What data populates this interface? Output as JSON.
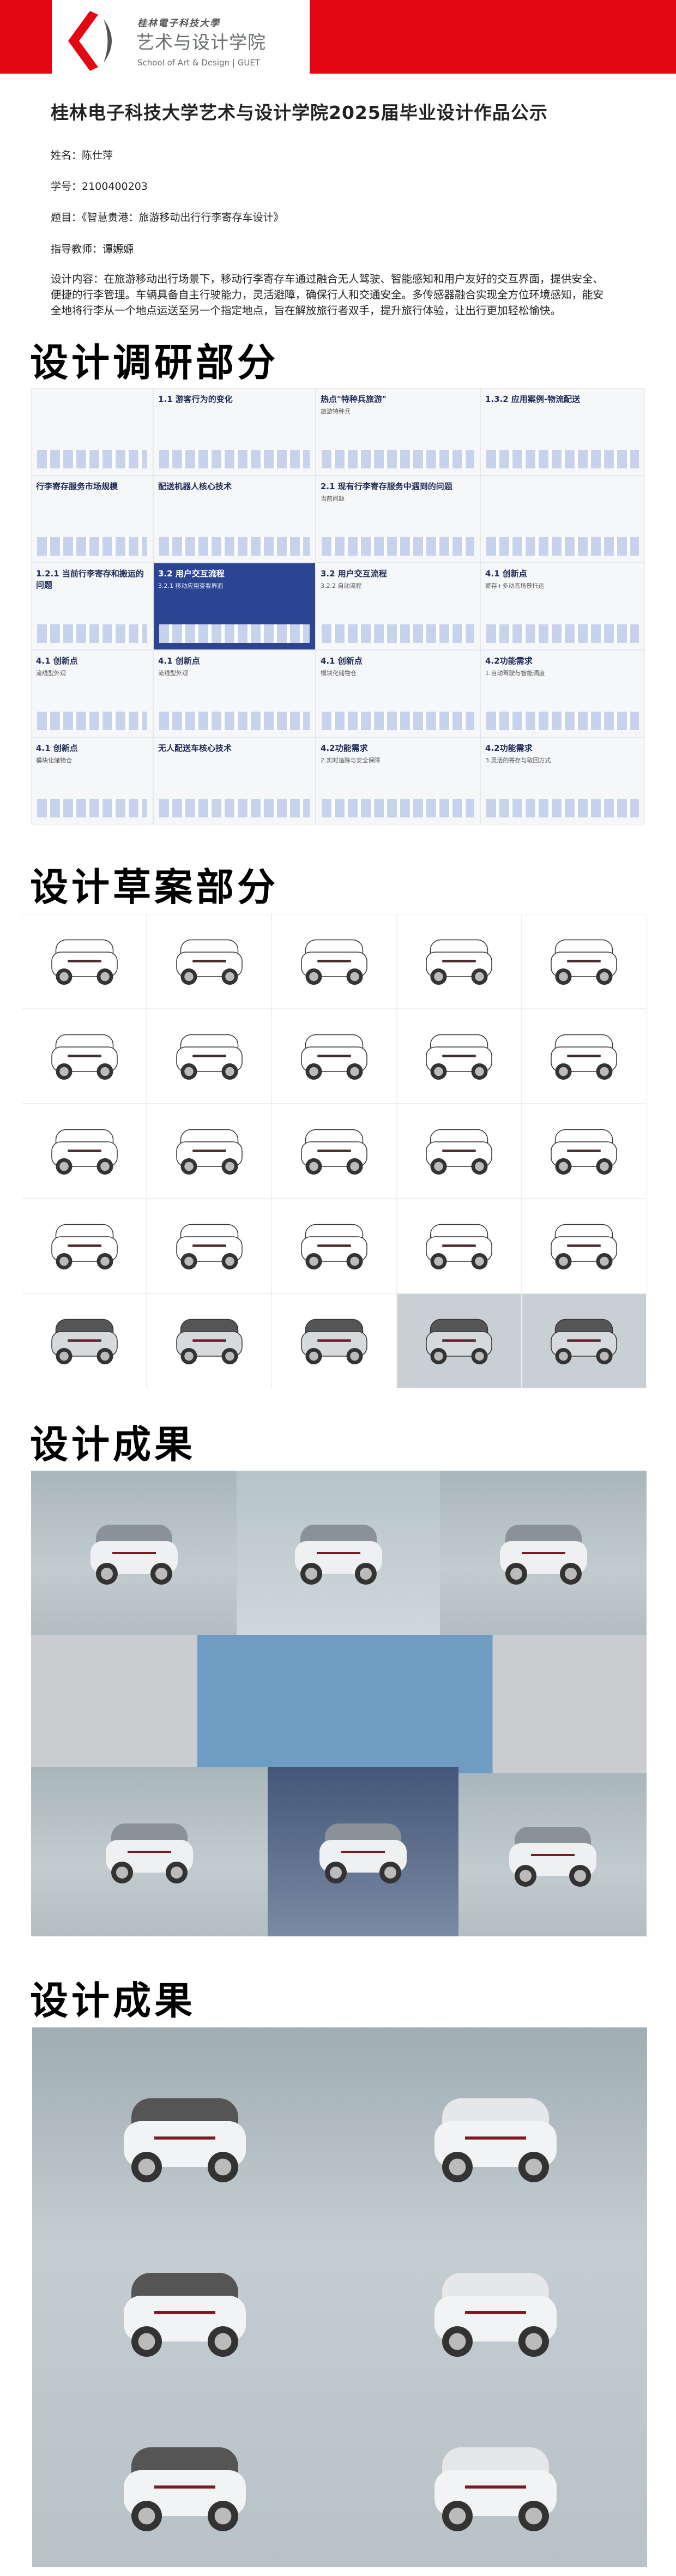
{
  "header": {
    "logo_line1": "桂林電子科技大學",
    "logo_line2": "艺术与设计学院",
    "logo_line3": "School of Art & Design | GUET",
    "brand_color": "#e30613"
  },
  "title": "桂林电子科技大学艺术与设计学院2025届毕业设计作品公示",
  "info": {
    "name": "姓名：陈仕萍",
    "student_id": "学号：2100400203",
    "topic": "题目：《智慧贵港：旅游移动出行行李寄存车设计》",
    "advisor": "指导教师：谭嫄嫄"
  },
  "description": "设计内容：在旅游移动出行场景下，移动行李寄存车通过融合无人驾驶、智能感知和用户友好的交互界面，提供安全、便捷的行李管理。车辆具备自主行驶能力，灵活避障，确保行人和交通安全。多传感器融合实现全方位环境感知，能安全地将行李从一个地点运送至另一个指定地点，旨在解放旅行者双手，提升旅行体验，让出行更加轻松愉快。",
  "sections": {
    "research": "设计调研部分",
    "sketch": "设计草案部分",
    "result1": "设计成果",
    "result2": "设计成果"
  },
  "research_tiles": [
    {
      "t": "",
      "s": ""
    },
    {
      "t": "1.1 游客行为的变化",
      "s": ""
    },
    {
      "t": "热点\"特种兵旅游\"",
      "s": "旅游特种兵"
    },
    {
      "t": "1.3.2 应用案例-物流配送",
      "s": ""
    },
    {
      "t": "行李寄存服务市场规模",
      "s": ""
    },
    {
      "t": "配送机器人核心技术",
      "s": ""
    },
    {
      "t": "2.1 现有行李寄存服务中遇到的问题",
      "s": "当前问题"
    },
    {
      "t": "",
      "s": ""
    },
    {
      "t": "1.2.1 当前行李寄存和搬运的问题",
      "s": ""
    },
    {
      "t": "3.2 用户交互流程",
      "s": "3.2.1 移动应用查看界面"
    },
    {
      "t": "3.2 用户交互流程",
      "s": "3.2.2 自动流程"
    },
    {
      "t": "4.1 创新点",
      "s": "寄存+多动态场景托运"
    },
    {
      "t": "4.1 创新点",
      "s": "流线型外观"
    },
    {
      "t": "4.1 创新点",
      "s": "流线型外观"
    },
    {
      "t": "4.1 创新点",
      "s": "模块化储物仓"
    },
    {
      "t": "4.2功能需求",
      "s": "1.自动驾驶与智能调度"
    },
    {
      "t": "4.1 创新点",
      "s": "模块化储物仓"
    },
    {
      "t": "无人配送车核心技术",
      "s": ""
    },
    {
      "t": "4.2功能需求",
      "s": "2.实时追踪与安全保障"
    },
    {
      "t": "4.2功能需求",
      "s": "3.灵活的寄存与取回方式"
    }
  ]
}
